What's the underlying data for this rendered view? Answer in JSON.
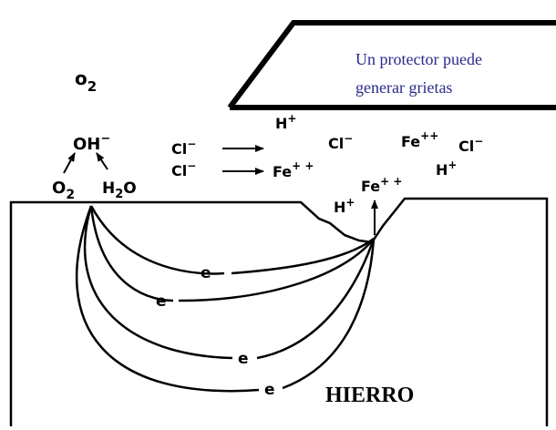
{
  "diagram": {
    "protector_caption": {
      "line1": "Un protector puede",
      "line2": "generar grietas"
    },
    "metal_label": "HIERRO",
    "species": {
      "o2_top": {
        "base": "o",
        "sub": "2"
      },
      "oh": {
        "base": "OH",
        "sup": "−"
      },
      "o2_left": {
        "base": "O",
        "sub": "2"
      },
      "h2o": {
        "pre": "H",
        "sub": "2",
        "post": "O"
      },
      "cl_1": {
        "base": "Cl",
        "sup": "−"
      },
      "cl_2": {
        "base": "Cl",
        "sup": "−"
      },
      "cl_3": {
        "base": "Cl",
        "sup": "−"
      },
      "cl_4": {
        "base": "Cl",
        "sup": "−"
      },
      "h_plus_1": {
        "base": "H",
        "sup": "+"
      },
      "h_plus_2": {
        "base": "H",
        "sup": "+"
      },
      "h_plus_3": {
        "base": "H",
        "sup": "+"
      },
      "fe_pp_1": {
        "base": "Fe",
        "sup": "+ +"
      },
      "fe_pp_2": {
        "base": "Fe",
        "sup": "++"
      },
      "fe_pp_3": {
        "base": "Fe",
        "sup": "+ +"
      }
    },
    "electrons": [
      "e",
      "e",
      "e",
      "e"
    ]
  }
}
